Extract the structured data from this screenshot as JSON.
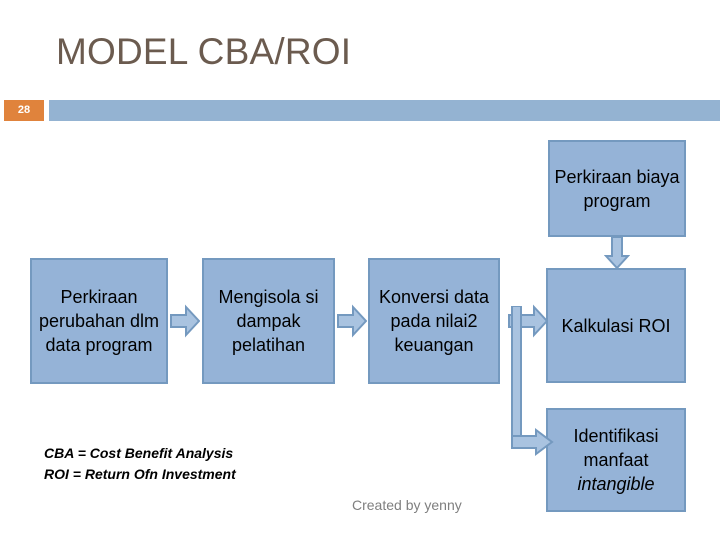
{
  "slide": {
    "title": "MODEL CBA/ROI",
    "page_number": "28",
    "title_color": "#6B5B4F",
    "badge_color": "#E0833C",
    "bar_color": "#94B3D2",
    "box_fill": "#95B3D7",
    "box_border": "#7499BF"
  },
  "diagram": {
    "boxes": [
      {
        "id": "biaya",
        "label": "Perkiraan biaya program"
      },
      {
        "id": "perubahan",
        "label": "Perkiraan perubahan dlm data program"
      },
      {
        "id": "isolasi",
        "label": "Mengisola si dampak pelatihan"
      },
      {
        "id": "konversi",
        "label": "Konversi data pada nilai2 keuangan"
      },
      {
        "id": "kalkulasi",
        "label": "Kalkulasi ROI"
      },
      {
        "id": "intangible",
        "label_line1": "Identifikasi",
        "label_line2": "manfaat",
        "label_line3": "intangible"
      }
    ],
    "connectors": [
      {
        "id": "arrow-1",
        "kind": "arrow-right-icon",
        "from": "perubahan",
        "to": "isolasi"
      },
      {
        "id": "arrow-2",
        "kind": "arrow-right-icon",
        "from": "isolasi",
        "to": "konversi"
      },
      {
        "id": "arrow-3",
        "kind": "arrow-right-icon",
        "from": "konversi",
        "to": "kalkulasi"
      },
      {
        "id": "arrow-down-1",
        "kind": "arrow-down-icon",
        "from": "biaya",
        "to": "kalkulasi"
      },
      {
        "id": "elbow-1",
        "kind": "elbow-arrow-icon",
        "from": "konversi",
        "to": "intangible"
      }
    ]
  },
  "legend": {
    "line1": "CBA = Cost Benefit Analysis",
    "line2": "ROI = Return Ofn Investment"
  },
  "footer": {
    "credit": "Created by yenny"
  }
}
